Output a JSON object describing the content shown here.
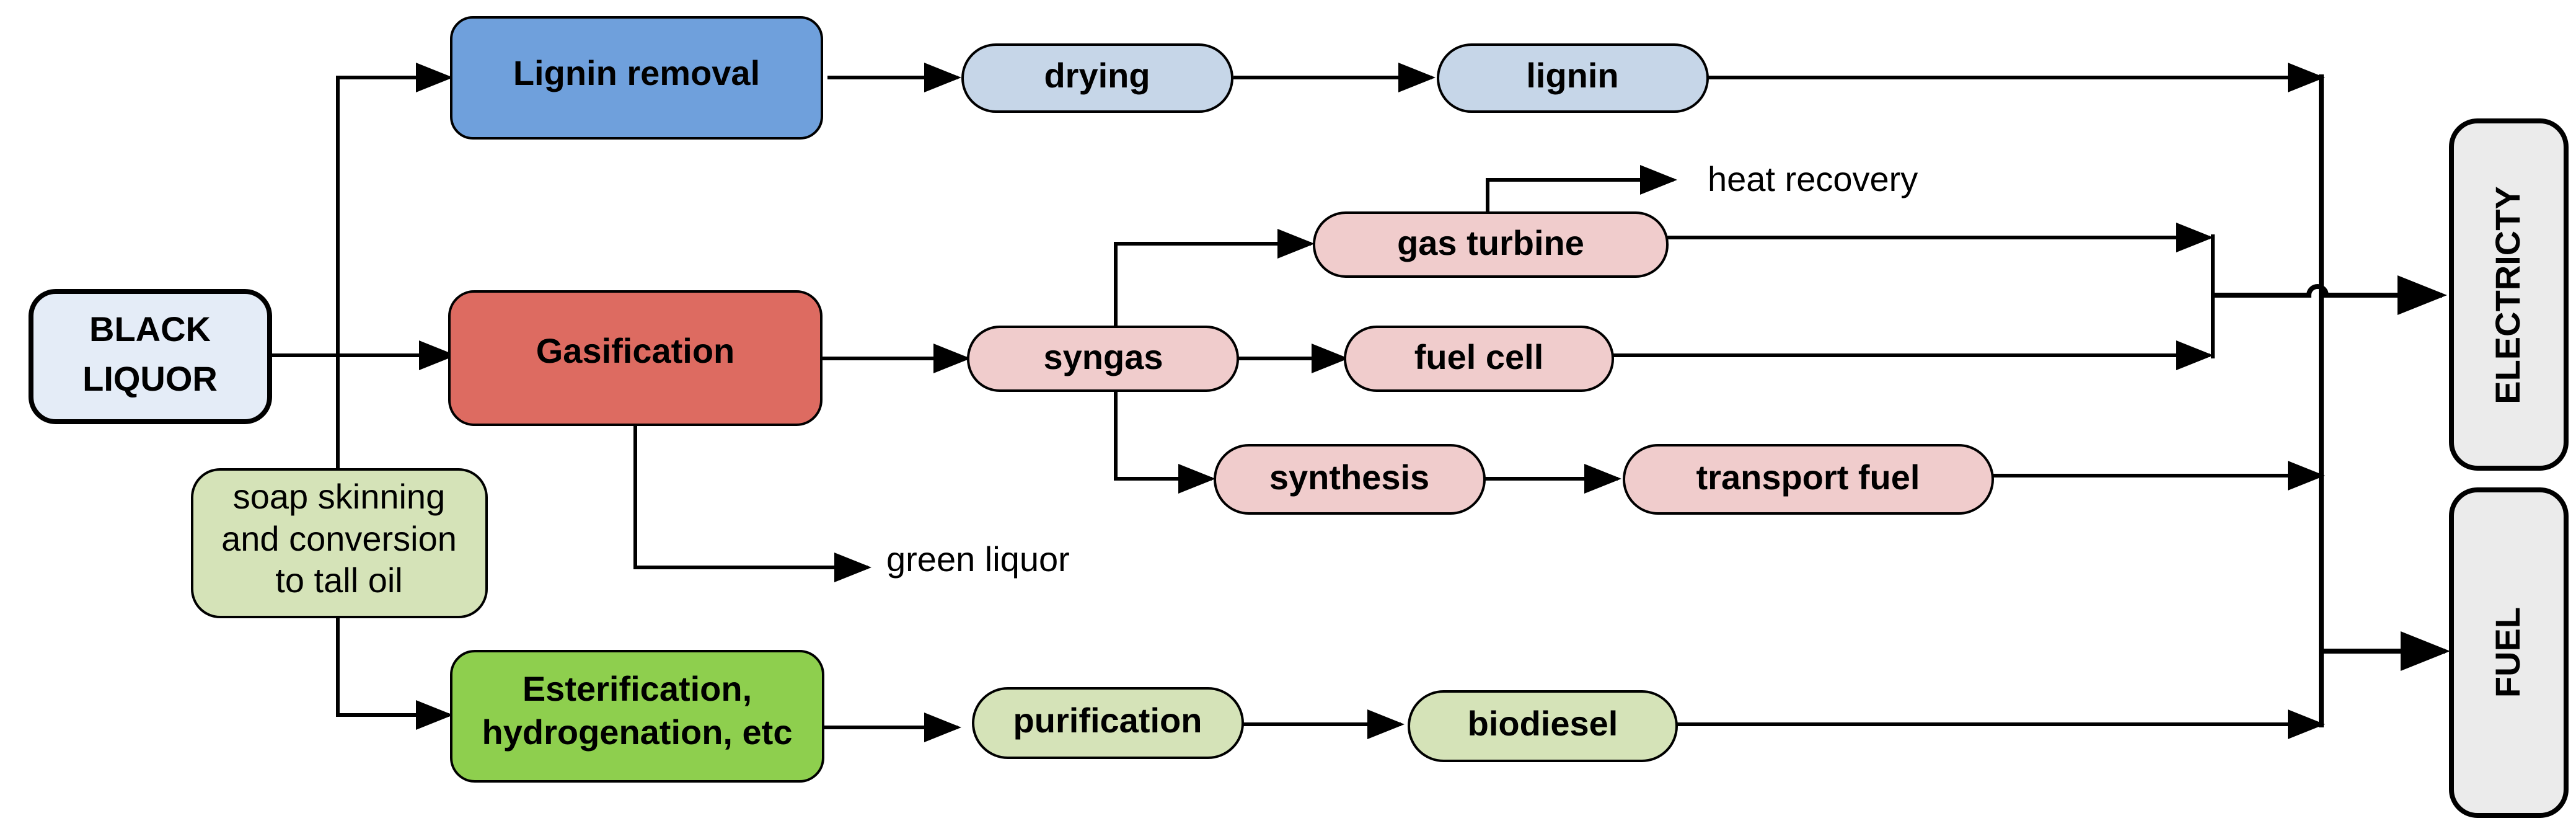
{
  "nodes": {
    "black_liquor": {
      "lines": [
        "BLACK",
        "LIQUOR"
      ],
      "color": "#e4ecf7"
    },
    "lignin_removal": {
      "label": "Lignin removal",
      "color": "#6fa0dc"
    },
    "drying": {
      "label": "drying",
      "color": "#c6d6e8"
    },
    "lignin": {
      "label": "lignin",
      "color": "#c6d6e8"
    },
    "gasification": {
      "label": "Gasification",
      "color": "#dd6b61"
    },
    "syngas": {
      "label": "syngas",
      "color": "#f0cccc"
    },
    "gas_turbine": {
      "label": "gas turbine",
      "color": "#f0cccc"
    },
    "fuel_cell": {
      "label": "fuel cell",
      "color": "#f0cccc"
    },
    "synthesis": {
      "label": "synthesis",
      "color": "#f0cccc"
    },
    "transport_fuel": {
      "label": "transport fuel",
      "color": "#f0cccc"
    },
    "soap_skinning": {
      "lines": [
        "soap skinning",
        "and conversion",
        "to tall oil"
      ],
      "color": "#d5e3b8"
    },
    "esterification": {
      "lines": [
        "Esterification,",
        "hydrogenation, etc"
      ],
      "color": "#8ecf4e"
    },
    "purification": {
      "label": "purification",
      "color": "#d5e3b8"
    },
    "biodiesel": {
      "label": "biodiesel",
      "color": "#d5e3b8"
    },
    "electricity": {
      "label": "ELECTRICTY",
      "color": "#ebebeb"
    },
    "fuel": {
      "label": "FUEL",
      "color": "#ebebeb"
    }
  },
  "labels": {
    "heat_recovery": "heat recovery",
    "green_liquor": "green liquor"
  }
}
